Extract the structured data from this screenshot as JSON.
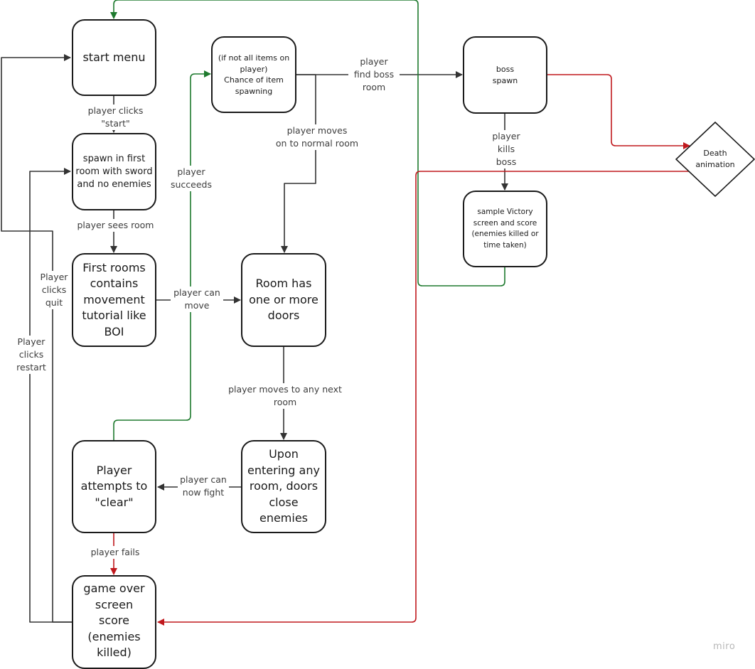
{
  "nodes": {
    "start_menu": "start menu",
    "spawn_first_room": "spawn in first\nroom with sword\nand no enemies",
    "first_rooms": "First rooms\ncontains\nmovement\ntutorial like\nBOI",
    "room_doors": "Room has\none or more\ndoors",
    "upon_entering": "Upon\nentering any\nroom, doors\nclose\nenemies",
    "player_attempts": "Player\nattempts to\n\"clear\"",
    "game_over": "game over\nscreen\nscore\n(enemies\nkilled)",
    "item_spawning": "(if not all items on\nplayer)\nChance of item\nspawning",
    "boss_spawn": "boss\nspawn",
    "victory": "sample Victory\nscreen and score\n(enemies killed or\ntime taken)",
    "death": "Death\nanimation"
  },
  "edge_labels": {
    "clicks_start": "player clicks \"start\"",
    "sees_room": "player sees room",
    "can_move": "player can\nmove",
    "moves_next": "player moves to any next room",
    "can_fight": "player can\nnow fight",
    "fails": "player fails",
    "succeeds": "player\nsucceeds",
    "find_boss": "player\nfind boss\nroom",
    "normal_room": "player moves\non to normal room",
    "kills_boss": "player\nkills\nboss",
    "clicks_quit": "Player\nclicks\nquit",
    "clicks_restart": "Player\nclicks\nrestart"
  },
  "watermark": "miro",
  "colors": {
    "default_edge": "#333333",
    "success_edge": "#1e7a2e",
    "failure_edge": "#c0181d"
  }
}
